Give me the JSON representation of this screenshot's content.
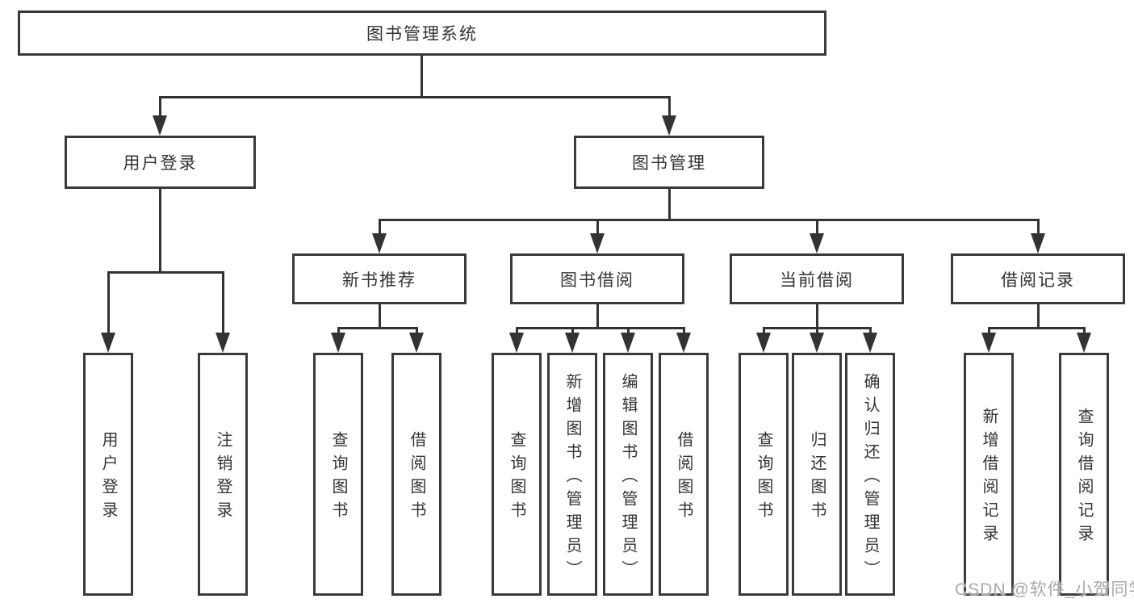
{
  "colors": {
    "line": "#333333",
    "text": "#333333",
    "box_background": "#ffffff",
    "watermark": "#a9a9a9"
  },
  "watermark": "CSDN @软件_小贺同学",
  "tree": {
    "root": "图书管理系统",
    "branches": [
      {
        "label": "用户登录",
        "children": [
          {
            "label": "用户登录"
          },
          {
            "label": "注销登录"
          }
        ]
      },
      {
        "label": "图书管理",
        "children": [
          {
            "label": "新书推荐",
            "children": [
              {
                "label": "查询图书"
              },
              {
                "label": "借阅图书"
              }
            ]
          },
          {
            "label": "图书借阅",
            "children": [
              {
                "label": "查询图书"
              },
              {
                "label": "新增图书（管理员）"
              },
              {
                "label": "编辑图书（管理员）"
              },
              {
                "label": "借阅图书"
              }
            ]
          },
          {
            "label": "当前借阅",
            "children": [
              {
                "label": "查询图书"
              },
              {
                "label": "归还图书"
              },
              {
                "label": "确认归还（管理员）"
              }
            ]
          },
          {
            "label": "借阅记录",
            "children": [
              {
                "label": "新增借阅记录"
              },
              {
                "label": "查询借阅记录"
              }
            ]
          }
        ]
      }
    ]
  }
}
